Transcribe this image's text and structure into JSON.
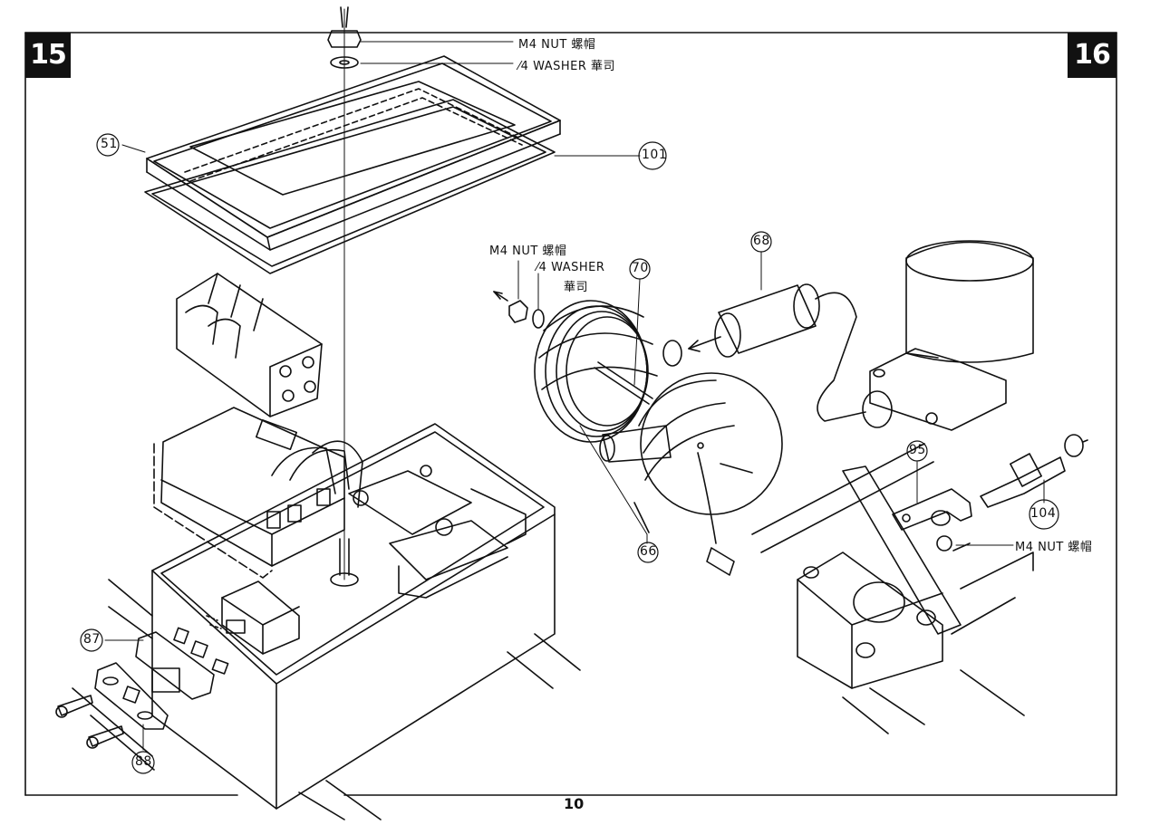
{
  "steps": {
    "left": "15",
    "right": "16"
  },
  "labels": {
    "top_nut": "M4  NUT 螺帽",
    "top_washer": "⁄4  WASHER 華司",
    "mid_nut": "M4  NUT 螺帽",
    "mid_washer_line1": "⁄4  WASHER",
    "mid_washer_line2": "華司",
    "right_nut": "M4  NUT 螺帽"
  },
  "callouts": {
    "lid": "51",
    "gasket": "101",
    "tube": "68",
    "cylinder_head": "70",
    "cylinder_body": "66",
    "bracket": "95",
    "spark_plug": "104",
    "plate_inner": "87",
    "plate_outer": "88"
  },
  "page_number": "10",
  "colors": {
    "ink": "#111111",
    "paper": "#ffffff"
  }
}
